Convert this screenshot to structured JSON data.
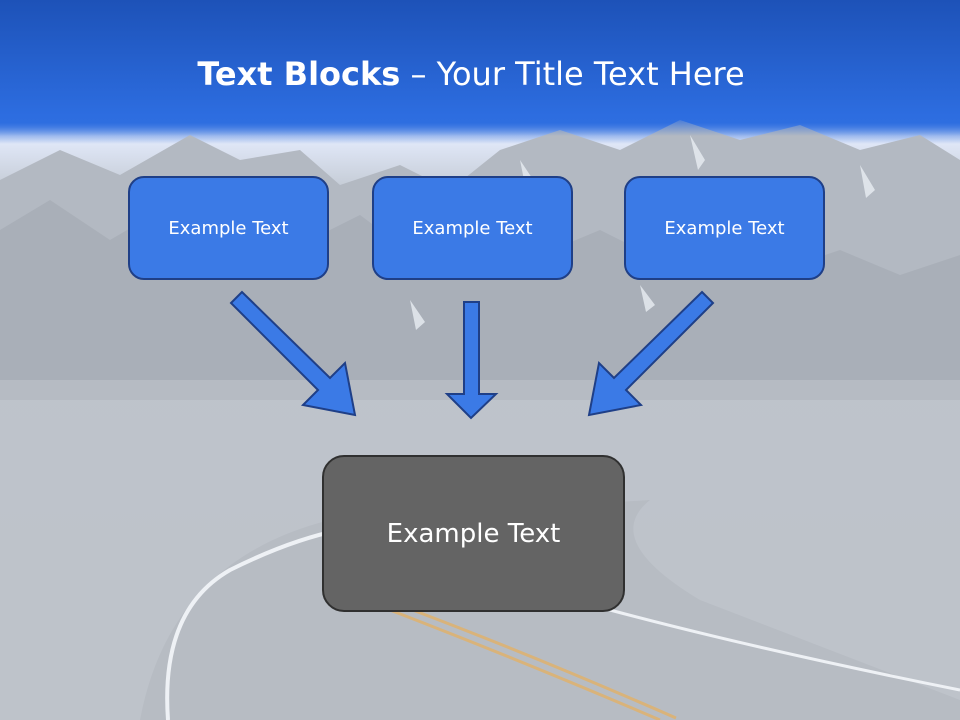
{
  "slide": {
    "title_bold": "Text Blocks",
    "title_dash": " – ",
    "title_rest": "Your Title Text Here"
  },
  "blocks": [
    {
      "label": "Example Text"
    },
    {
      "label": "Example Text"
    },
    {
      "label": "Example Text"
    }
  ],
  "result_block": {
    "label": "Example Text"
  },
  "colors": {
    "header_blue": "#2a66d4",
    "block_fill": "#3b7ae6",
    "block_border": "#1f3f87",
    "result_fill": "#646464",
    "result_border": "#303030",
    "arrow_fill": "#3b7ae6"
  }
}
